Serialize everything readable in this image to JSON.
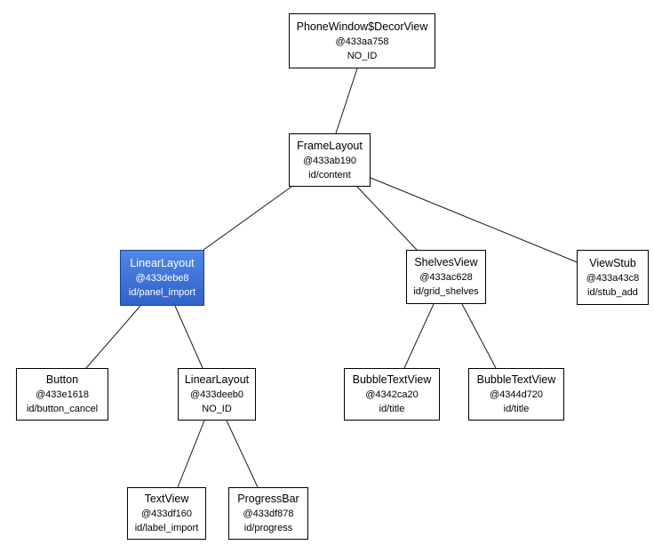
{
  "diagram": {
    "type": "view-hierarchy-tree",
    "background_color": "#ffffff",
    "line_color": "#1a1a1a",
    "node_border_color": "#000000",
    "highlight_colors": {
      "gradient_top": "#5189e6",
      "gradient_bottom": "#3162cb",
      "border": "#1f3f99",
      "text": "#ffffff"
    },
    "nodes": [
      {
        "key": "decorview",
        "class_name": "PhoneWindow$DecorView",
        "address": "@433aa758",
        "view_id": "NO_ID",
        "highlighted": false
      },
      {
        "key": "framelayout",
        "class_name": "FrameLayout",
        "address": "@433ab190",
        "view_id": "id/content",
        "highlighted": false
      },
      {
        "key": "panel_import",
        "class_name": "LinearLayout",
        "address": "@433debe8",
        "view_id": "id/panel_import",
        "highlighted": true
      },
      {
        "key": "shelvesview",
        "class_name": "ShelvesView",
        "address": "@433ac628",
        "view_id": "id/grid_shelves",
        "highlighted": false
      },
      {
        "key": "viewstub",
        "class_name": "ViewStub",
        "address": "@433a43c8",
        "view_id": "id/stub_add",
        "highlighted": false
      },
      {
        "key": "button_cancel",
        "class_name": "Button",
        "address": "@433e1618",
        "view_id": "id/button_cancel",
        "highlighted": false
      },
      {
        "key": "linearlayout_noid",
        "class_name": "LinearLayout",
        "address": "@433deeb0",
        "view_id": "NO_ID",
        "highlighted": false
      },
      {
        "key": "bubble1",
        "class_name": "BubbleTextView",
        "address": "@4342ca20",
        "view_id": "id/title",
        "highlighted": false
      },
      {
        "key": "bubble2",
        "class_name": "BubbleTextView",
        "address": "@4344d720",
        "view_id": "id/title",
        "highlighted": false
      },
      {
        "key": "textview",
        "class_name": "TextView",
        "address": "@433df160",
        "view_id": "id/label_import",
        "highlighted": false
      },
      {
        "key": "progressbar",
        "class_name": "ProgressBar",
        "address": "@433df878",
        "view_id": "id/progress",
        "highlighted": false
      }
    ],
    "edges": [
      {
        "from": "decorview",
        "to": "framelayout"
      },
      {
        "from": "framelayout",
        "to": "panel_import"
      },
      {
        "from": "framelayout",
        "to": "shelvesview"
      },
      {
        "from": "framelayout",
        "to": "viewstub"
      },
      {
        "from": "panel_import",
        "to": "button_cancel"
      },
      {
        "from": "panel_import",
        "to": "linearlayout_noid"
      },
      {
        "from": "shelvesview",
        "to": "bubble1"
      },
      {
        "from": "shelvesview",
        "to": "bubble2"
      },
      {
        "from": "linearlayout_noid",
        "to": "textview"
      },
      {
        "from": "linearlayout_noid",
        "to": "progressbar"
      }
    ]
  }
}
